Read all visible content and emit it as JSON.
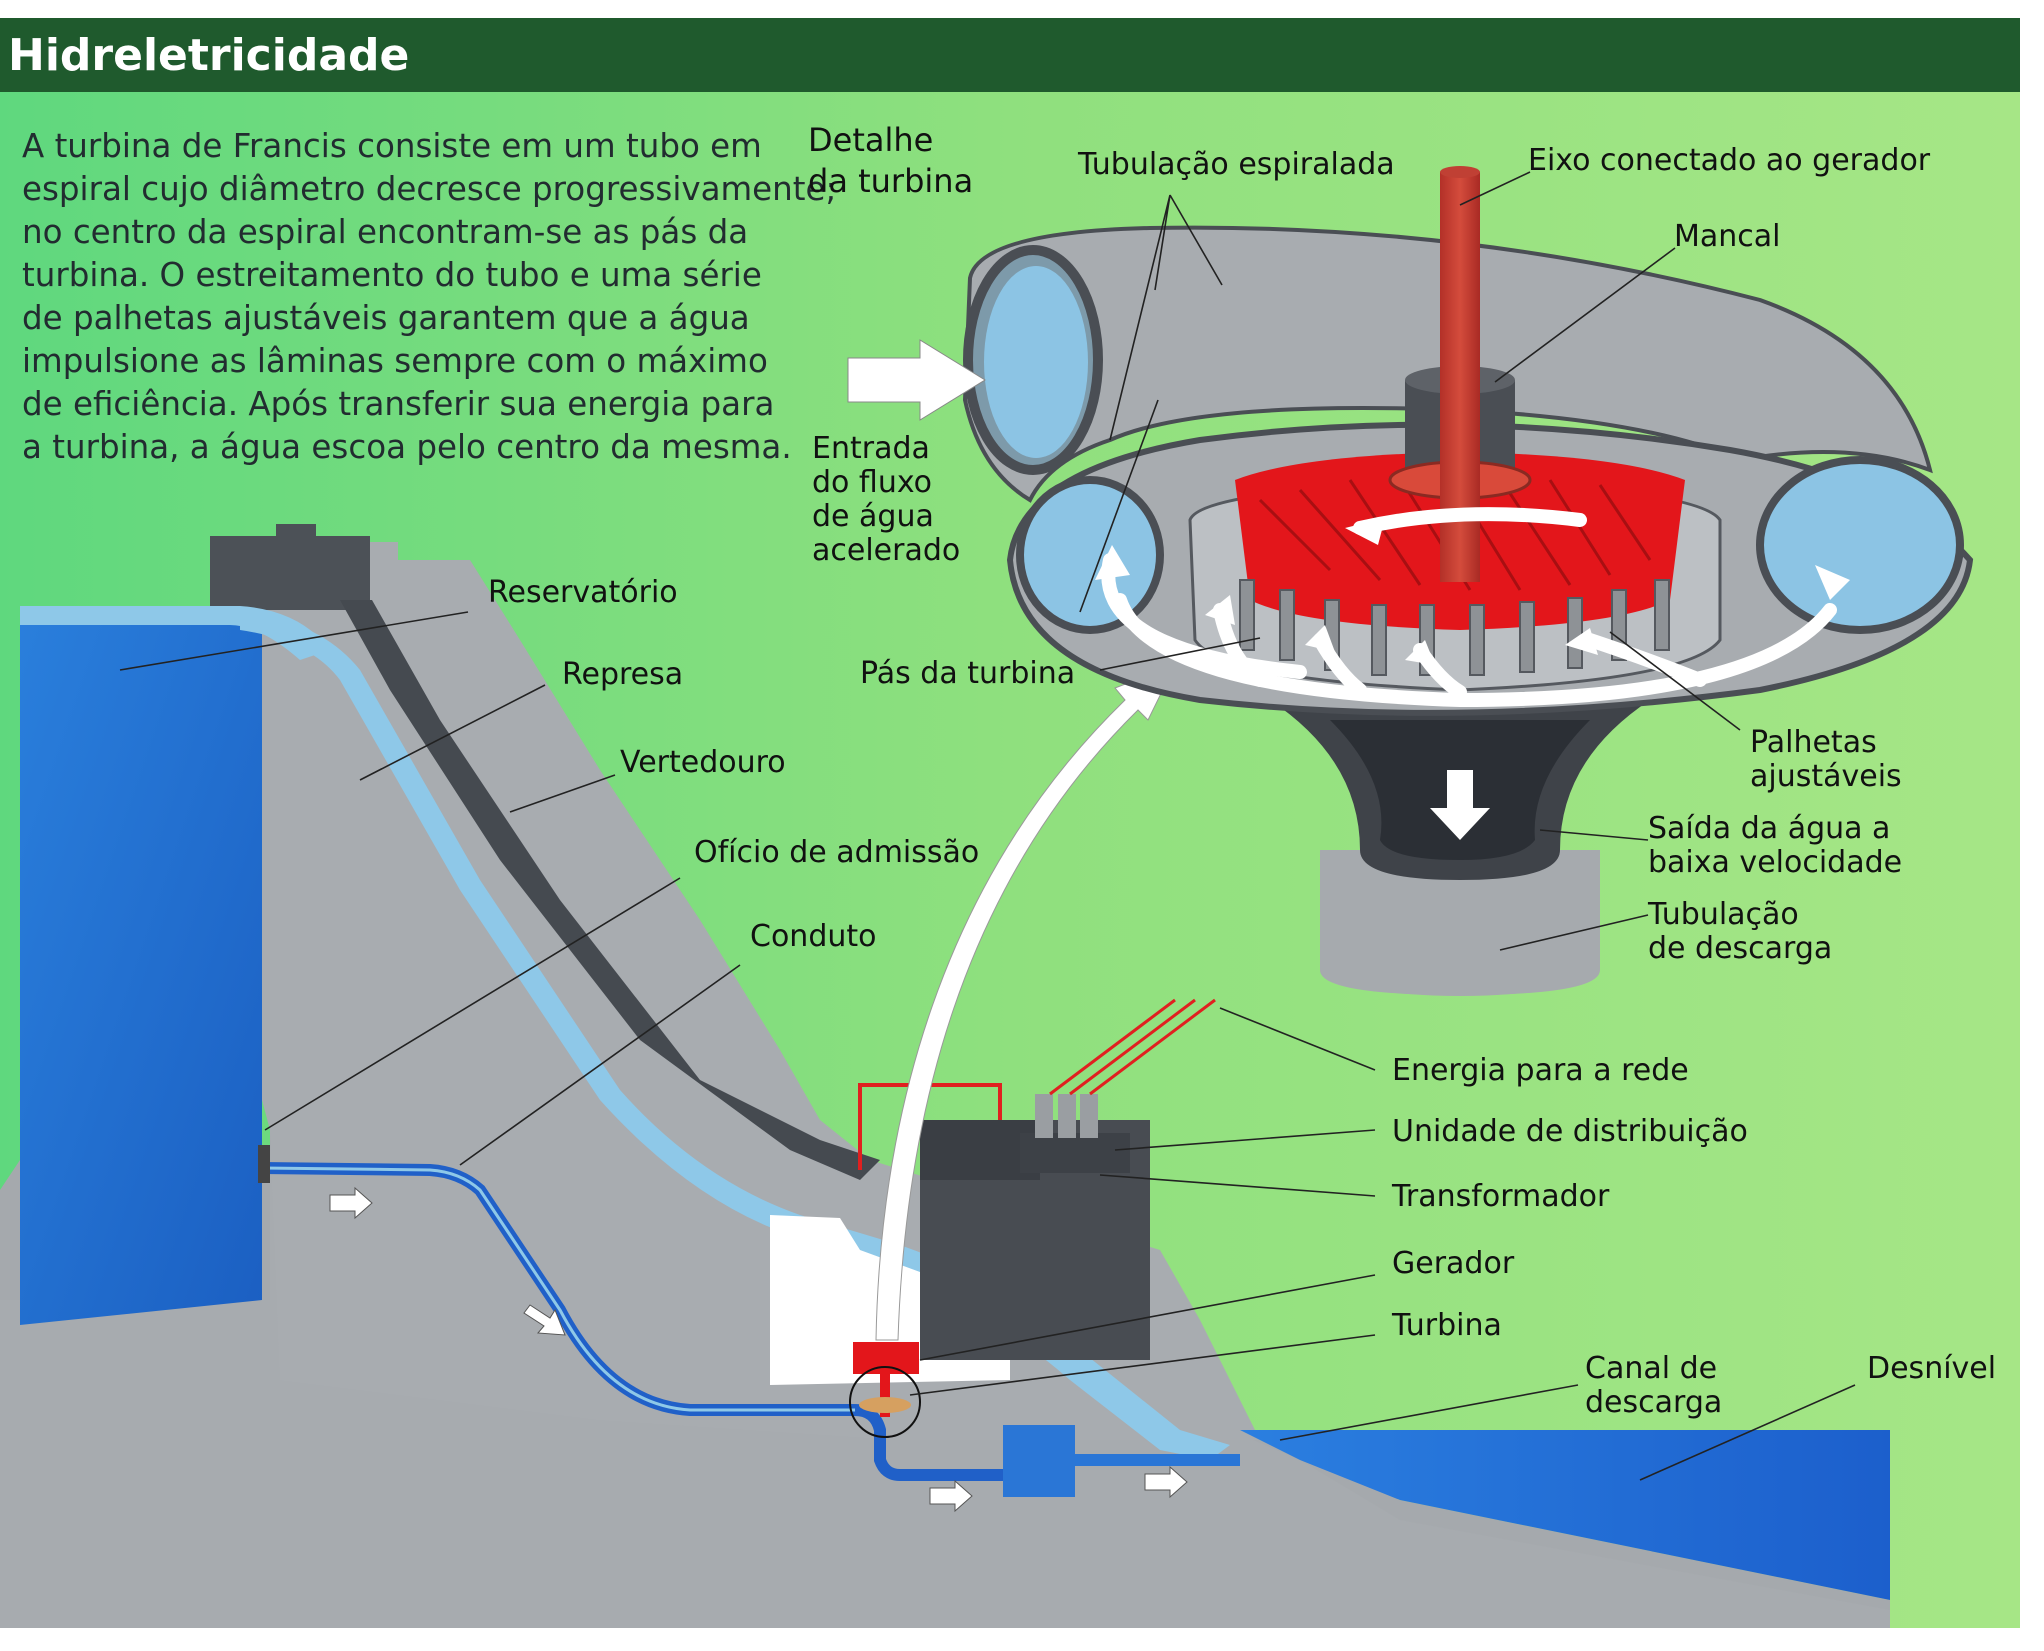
{
  "header": {
    "title": "Hidreletricidade"
  },
  "intro_lines": [
    "A turbina de Francis consiste em um tubo em",
    "espiral cujo diâmetro decresce progressivamente;",
    "no centro da espiral encontram-se as pás da",
    "turbina. O estreitamento do tubo e uma série",
    "de palhetas ajustáveis garantem que a água",
    "impulsione as lâminas sempre com o máximo",
    "de eficiência. Após transferir sua energia para",
    "a turbina, a água escoa pelo centro da mesma."
  ],
  "turbine_detail": {
    "title_lines": [
      "Detalhe",
      "da turbina"
    ],
    "tubulacao_espiralada": "Tubulação espiralada",
    "eixo": "Eixo conectado ao gerador",
    "mancal": "Mancal",
    "entrada_lines": [
      "Entrada",
      "do fluxo",
      "de água",
      "acelerado"
    ],
    "pas": "Pás da turbina",
    "palhetas_lines": [
      "Palhetas",
      "ajustáveis"
    ],
    "saida_lines": [
      "Saída da água a",
      "baixa velocidade"
    ],
    "descarga_lines": [
      "Tubulação",
      "de descarga"
    ]
  },
  "plant": {
    "reservatorio": "Reservatório",
    "represa": "Represa",
    "vertedouro": "Vertedouro",
    "oficio": "Ofício de admissão",
    "conduto": "Conduto",
    "energia": "Energia para a rede",
    "distribuicao": "Unidade de distribuição",
    "transformador": "Transformador",
    "gerador": "Gerador",
    "turbina": "Turbina",
    "canal_lines": [
      "Canal de",
      "descarga"
    ],
    "desnivel": "Desnível"
  },
  "colors": {
    "header_green": "#1f5a2d",
    "background_green": "#8fe07e",
    "reservoir_blue": "#1e6fd0",
    "dam_gray": "#a8acb0",
    "turbine_red": "#e3161b",
    "light_blue": "#8ec8e8"
  }
}
